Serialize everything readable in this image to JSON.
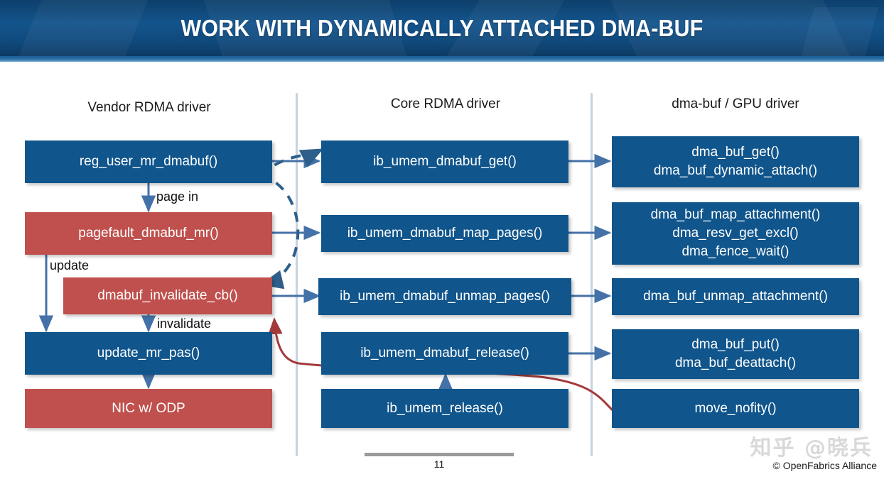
{
  "slide": {
    "title": "WORK WITH DYNAMICALLY ATTACHED DMA-BUF",
    "page_number": "11",
    "copyright": "© OpenFabrics Alliance",
    "watermark": "知乎 @晓兵",
    "colors": {
      "banner_blue": "#13548C",
      "box_blue": "#10558C",
      "box_red": "#C0504D",
      "divider": "#C5D3E2",
      "arrow_blue": "#4472A8",
      "arrow_red": "#A33A3A",
      "dashed_blue": "#2E5F8A"
    }
  },
  "columns": [
    {
      "heading": "Vendor RDMA driver"
    },
    {
      "heading": "Core RDMA driver"
    },
    {
      "heading": "dma-buf / GPU driver"
    }
  ],
  "boxes": {
    "vendor": [
      {
        "label": "reg_user_mr_dmabuf()",
        "color": "blue"
      },
      {
        "label": "pagefault_dmabuf_mr()",
        "color": "red"
      },
      {
        "label": "dmabuf_invalidate_cb()",
        "color": "red"
      },
      {
        "label": "update_mr_pas()",
        "color": "blue"
      },
      {
        "label": "NIC w/ ODP",
        "color": "red"
      }
    ],
    "core": [
      {
        "label": "ib_umem_dmabuf_get()",
        "color": "blue"
      },
      {
        "label": "ib_umem_dmabuf_map_pages()",
        "color": "blue"
      },
      {
        "label": "ib_umem_dmabuf_unmap_pages()",
        "color": "blue"
      },
      {
        "label": "ib_umem_dmabuf_release()",
        "color": "blue"
      },
      {
        "label": "ib_umem_release()",
        "color": "blue"
      }
    ],
    "gpu": [
      {
        "label": "dma_buf_get()\ndma_buf_dynamic_attach()",
        "color": "blue"
      },
      {
        "label": "dma_buf_map_attachment()\ndma_resv_get_excl()\ndma_fence_wait()",
        "color": "blue"
      },
      {
        "label": "dma_buf_unmap_attachment()",
        "color": "blue"
      },
      {
        "label": "dma_buf_put()\ndma_buf_deattach()",
        "color": "blue"
      },
      {
        "label": "move_nofity()",
        "color": "blue"
      }
    ]
  },
  "edge_labels": {
    "page_in": "page in",
    "update": "update",
    "invalidate": "invalidate"
  }
}
